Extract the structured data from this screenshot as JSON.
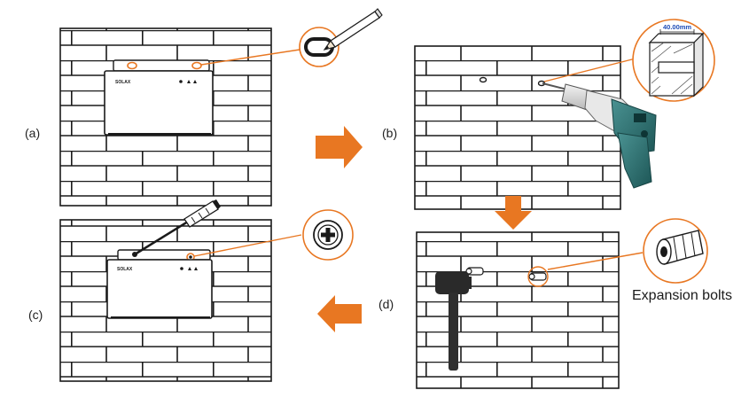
{
  "steps": [
    {
      "id": "a",
      "label": "(a)",
      "action": "mark-holes"
    },
    {
      "id": "b",
      "label": "(b)",
      "action": "drill-holes"
    },
    {
      "id": "c",
      "label": "(c)",
      "action": "fasten-screws"
    },
    {
      "id": "d",
      "label": "(d)",
      "action": "insert-expansion-bolts"
    }
  ],
  "drill_depth_label": "40.00mm",
  "expansion_bolts_label": "Expansion bolts",
  "inverter_logo_text": "SOLAX",
  "colors": {
    "accent": "#e87722",
    "line": "#1a1a1a",
    "drill_body": "#2e7272",
    "hammer": "#2a2a2a"
  },
  "icons": [
    "pencil-icon",
    "drill-icon",
    "screwdriver-icon",
    "hammer-icon",
    "screw-head-icon",
    "expansion-bolt-icon",
    "arrow-right-icon",
    "arrow-down-icon",
    "arrow-left-icon"
  ]
}
